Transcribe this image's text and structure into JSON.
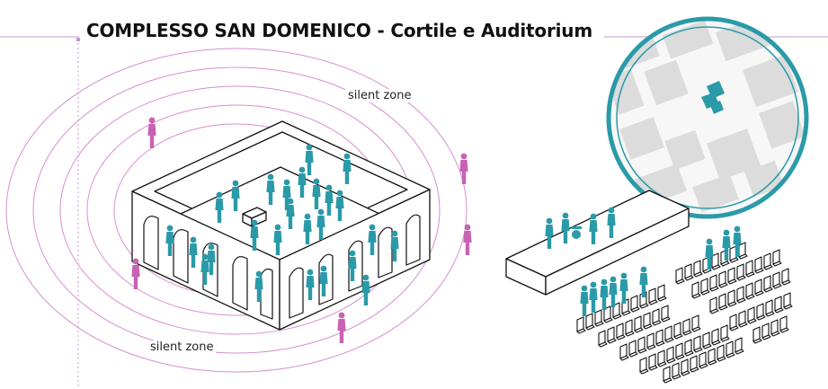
{
  "title": "COMPLESSO SAN DOMENICO - Cortile e Auditorium",
  "zones": {
    "top_label": "silent zone",
    "bottom_label": "silent zone"
  },
  "colors": {
    "accent_teal": "#2a9aa8",
    "accent_magenta": "#c862b2",
    "rings": "#d690ce",
    "map_blocks": "#dcdcdc",
    "text": "#111111"
  },
  "icons": {
    "people_teal": "person-silhouette-icon",
    "people_magenta": "person-silhouette-icon",
    "band": "band-performer-icon",
    "site_marker": "building-marker-icon"
  }
}
